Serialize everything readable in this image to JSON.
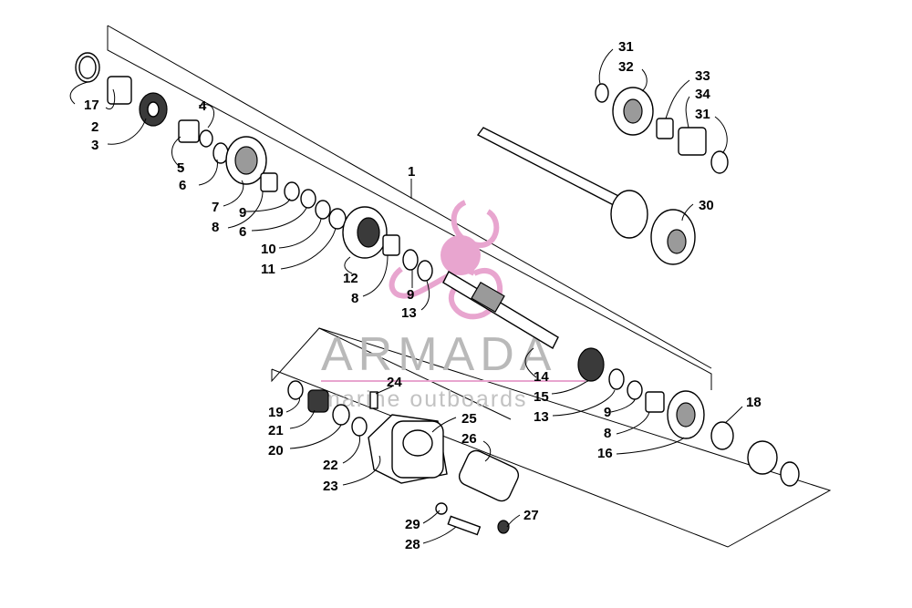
{
  "watermark": {
    "brand": "ARMADA",
    "tagline": "marine outboards",
    "brand_color": "#b9b9b9",
    "logo_color": "#e8a5cf"
  },
  "callouts": [
    "1",
    "2",
    "3",
    "4",
    "5",
    "6",
    "7",
    "8",
    "9",
    "6",
    "10",
    "11",
    "12",
    "8",
    "9",
    "13",
    "14",
    "15",
    "13",
    "9",
    "8",
    "16",
    "17",
    "18",
    "19",
    "20",
    "21",
    "22",
    "23",
    "24",
    "25",
    "26",
    "27",
    "28",
    "29",
    "30",
    "31",
    "32",
    "33",
    "34",
    "31"
  ]
}
